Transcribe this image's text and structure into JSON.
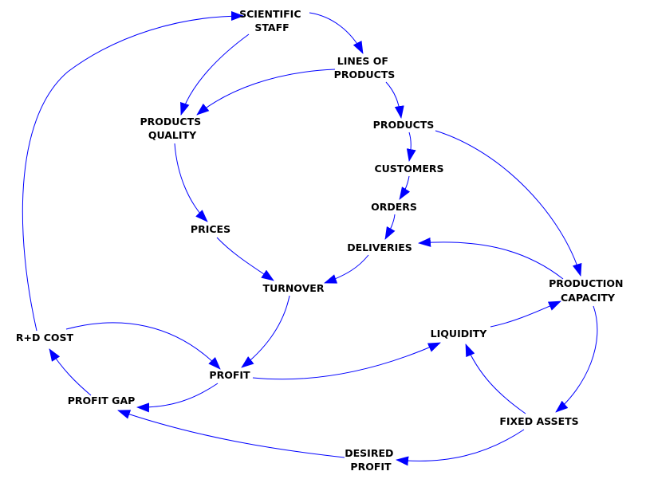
{
  "diagram": {
    "edge_color": "#0000ff",
    "text_color": "#000000",
    "nodes": {
      "scientific_staff": [
        "SCIENTIFIC",
        "STAFF"
      ],
      "lines_of_products": [
        "LINES OF",
        "PRODUCTS"
      ],
      "products_quality": [
        "PRODUCTS",
        "QUALITY"
      ],
      "products": [
        "PRODUCTS"
      ],
      "customers": [
        "CUSTOMERS"
      ],
      "orders": [
        "ORDERS"
      ],
      "prices": [
        "PRICES"
      ],
      "deliveries": [
        "DELIVERIES"
      ],
      "turnover": [
        "TURNOVER"
      ],
      "production_capacity": [
        "PRODUCTION",
        "CAPACITY"
      ],
      "rd_cost": [
        "R+D COST"
      ],
      "liquidity": [
        "LIQUIDITY"
      ],
      "profit": [
        "PROFIT"
      ],
      "profit_gap": [
        "PROFIT GAP"
      ],
      "fixed_assets": [
        "FIXED ASSETS"
      ],
      "desired_profit": [
        "DESIRED",
        "PROFIT"
      ]
    },
    "edges": [
      {
        "from": "scientific_staff",
        "to": "lines_of_products"
      },
      {
        "from": "scientific_staff",
        "to": "products_quality"
      },
      {
        "from": "lines_of_products",
        "to": "products_quality"
      },
      {
        "from": "lines_of_products",
        "to": "products"
      },
      {
        "from": "products",
        "to": "customers"
      },
      {
        "from": "products",
        "to": "production_capacity"
      },
      {
        "from": "customers",
        "to": "orders"
      },
      {
        "from": "orders",
        "to": "deliveries"
      },
      {
        "from": "products_quality",
        "to": "prices"
      },
      {
        "from": "prices",
        "to": "turnover"
      },
      {
        "from": "deliveries",
        "to": "turnover"
      },
      {
        "from": "production_capacity",
        "to": "deliveries"
      },
      {
        "from": "production_capacity",
        "to": "fixed_assets"
      },
      {
        "from": "turnover",
        "to": "profit"
      },
      {
        "from": "rd_cost",
        "to": "profit"
      },
      {
        "from": "rd_cost",
        "to": "scientific_staff"
      },
      {
        "from": "profit",
        "to": "liquidity"
      },
      {
        "from": "profit",
        "to": "profit_gap"
      },
      {
        "from": "liquidity",
        "to": "production_capacity"
      },
      {
        "from": "fixed_assets",
        "to": "liquidity"
      },
      {
        "from": "fixed_assets",
        "to": "desired_profit"
      },
      {
        "from": "desired_profit",
        "to": "profit_gap"
      },
      {
        "from": "profit_gap",
        "to": "rd_cost"
      }
    ]
  }
}
